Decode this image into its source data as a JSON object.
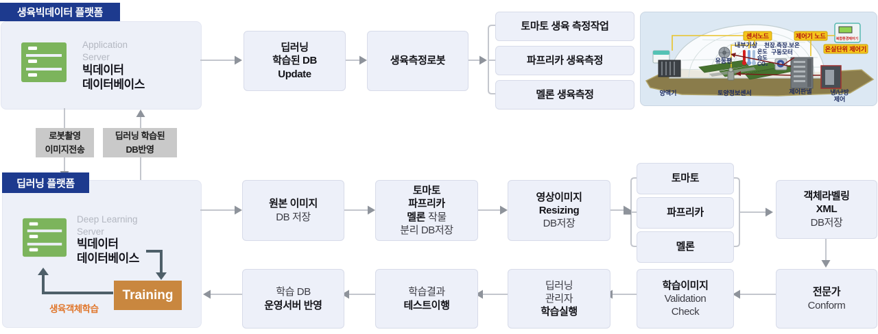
{
  "colors": {
    "header_blue": "#1d3a8e",
    "box_bg": "#edf0f9",
    "arrow_gray": "#c3c6cd",
    "arrowhead_gray": "#8e939b",
    "dark_arrow": "#4e5f69",
    "training_orange": "#c9873f",
    "orange_text": "#e0762b",
    "server_green": "#7cb45c",
    "label_yellow": "#f4c51d",
    "label_red_text": "#b01111",
    "navy_text": "#1b2a60"
  },
  "platform_growth": {
    "title": "생육빅데이터 플랫폼",
    "server_label": "Application\nServer",
    "server_name": "빅데이터\n데이터베이스"
  },
  "platform_dl": {
    "title": "딥러닝 플랫폼",
    "server_label": "Deep Learning\nServer",
    "server_name": "빅데이터\n데이터베이스",
    "training": "Training",
    "training_note": "생육객체학습"
  },
  "transfer": {
    "down": "로봇촬영\n이미지전송",
    "up": "딥러닝 학습된\nDB반영"
  },
  "flow_top": {
    "update": "딥러닝\n학습된 DB\nUpdate",
    "robot": "생육측정로봇",
    "tasks": [
      "토마토 생육 측정작업",
      "파프리카 생육측정",
      "멜론 생육측정"
    ]
  },
  "flow_mid": {
    "origin": {
      "bold": "원본 이미지",
      "normal": "DB 저장"
    },
    "split": {
      "bold1": "토마토",
      "bold2": "파프리카",
      "bold3": "멜론",
      "normal3": "작물",
      "normal4": "분리 DB저장"
    },
    "resize": {
      "bold": "영상이미지\nResizing",
      "normal": "DB저장"
    },
    "crops": [
      "토마토",
      "파프리카",
      "멜론"
    ],
    "labeling": {
      "bold": "객체라벨링\nXML",
      "normal": "DB저장"
    }
  },
  "flow_bottom": {
    "expert": {
      "bold": "전문가",
      "normal": "Conform"
    },
    "validation": {
      "bold": "학습이미지",
      "normal": "Validation\nCheck"
    },
    "admin": {
      "normal": "딥러닝\n관리자",
      "bold": "학습실행"
    },
    "test": {
      "normal": "학습결과",
      "bold": "테스트이행"
    },
    "deploy": {
      "normal": "학습 DB",
      "bold": "운영서버 반영"
    }
  },
  "greenhouse": {
    "sensor_node": "센서노드",
    "controller_node": "제어기 노드",
    "unit_controller": "온실단위 제어기",
    "device_label": "복합환경제어기",
    "inner_weather": "내부기상",
    "motor_line1": "천장.측장.보온",
    "motor_line2": "구동모터",
    "temp": "온도",
    "humidity": "습도",
    "co2": "CO₂",
    "fan": "유동팬",
    "nutrient": "양액기",
    "soil_sensor": "토양정보센서",
    "panel": "제어판넬",
    "hvac_line1": "냉/난방",
    "hvac_line2": "제어"
  }
}
